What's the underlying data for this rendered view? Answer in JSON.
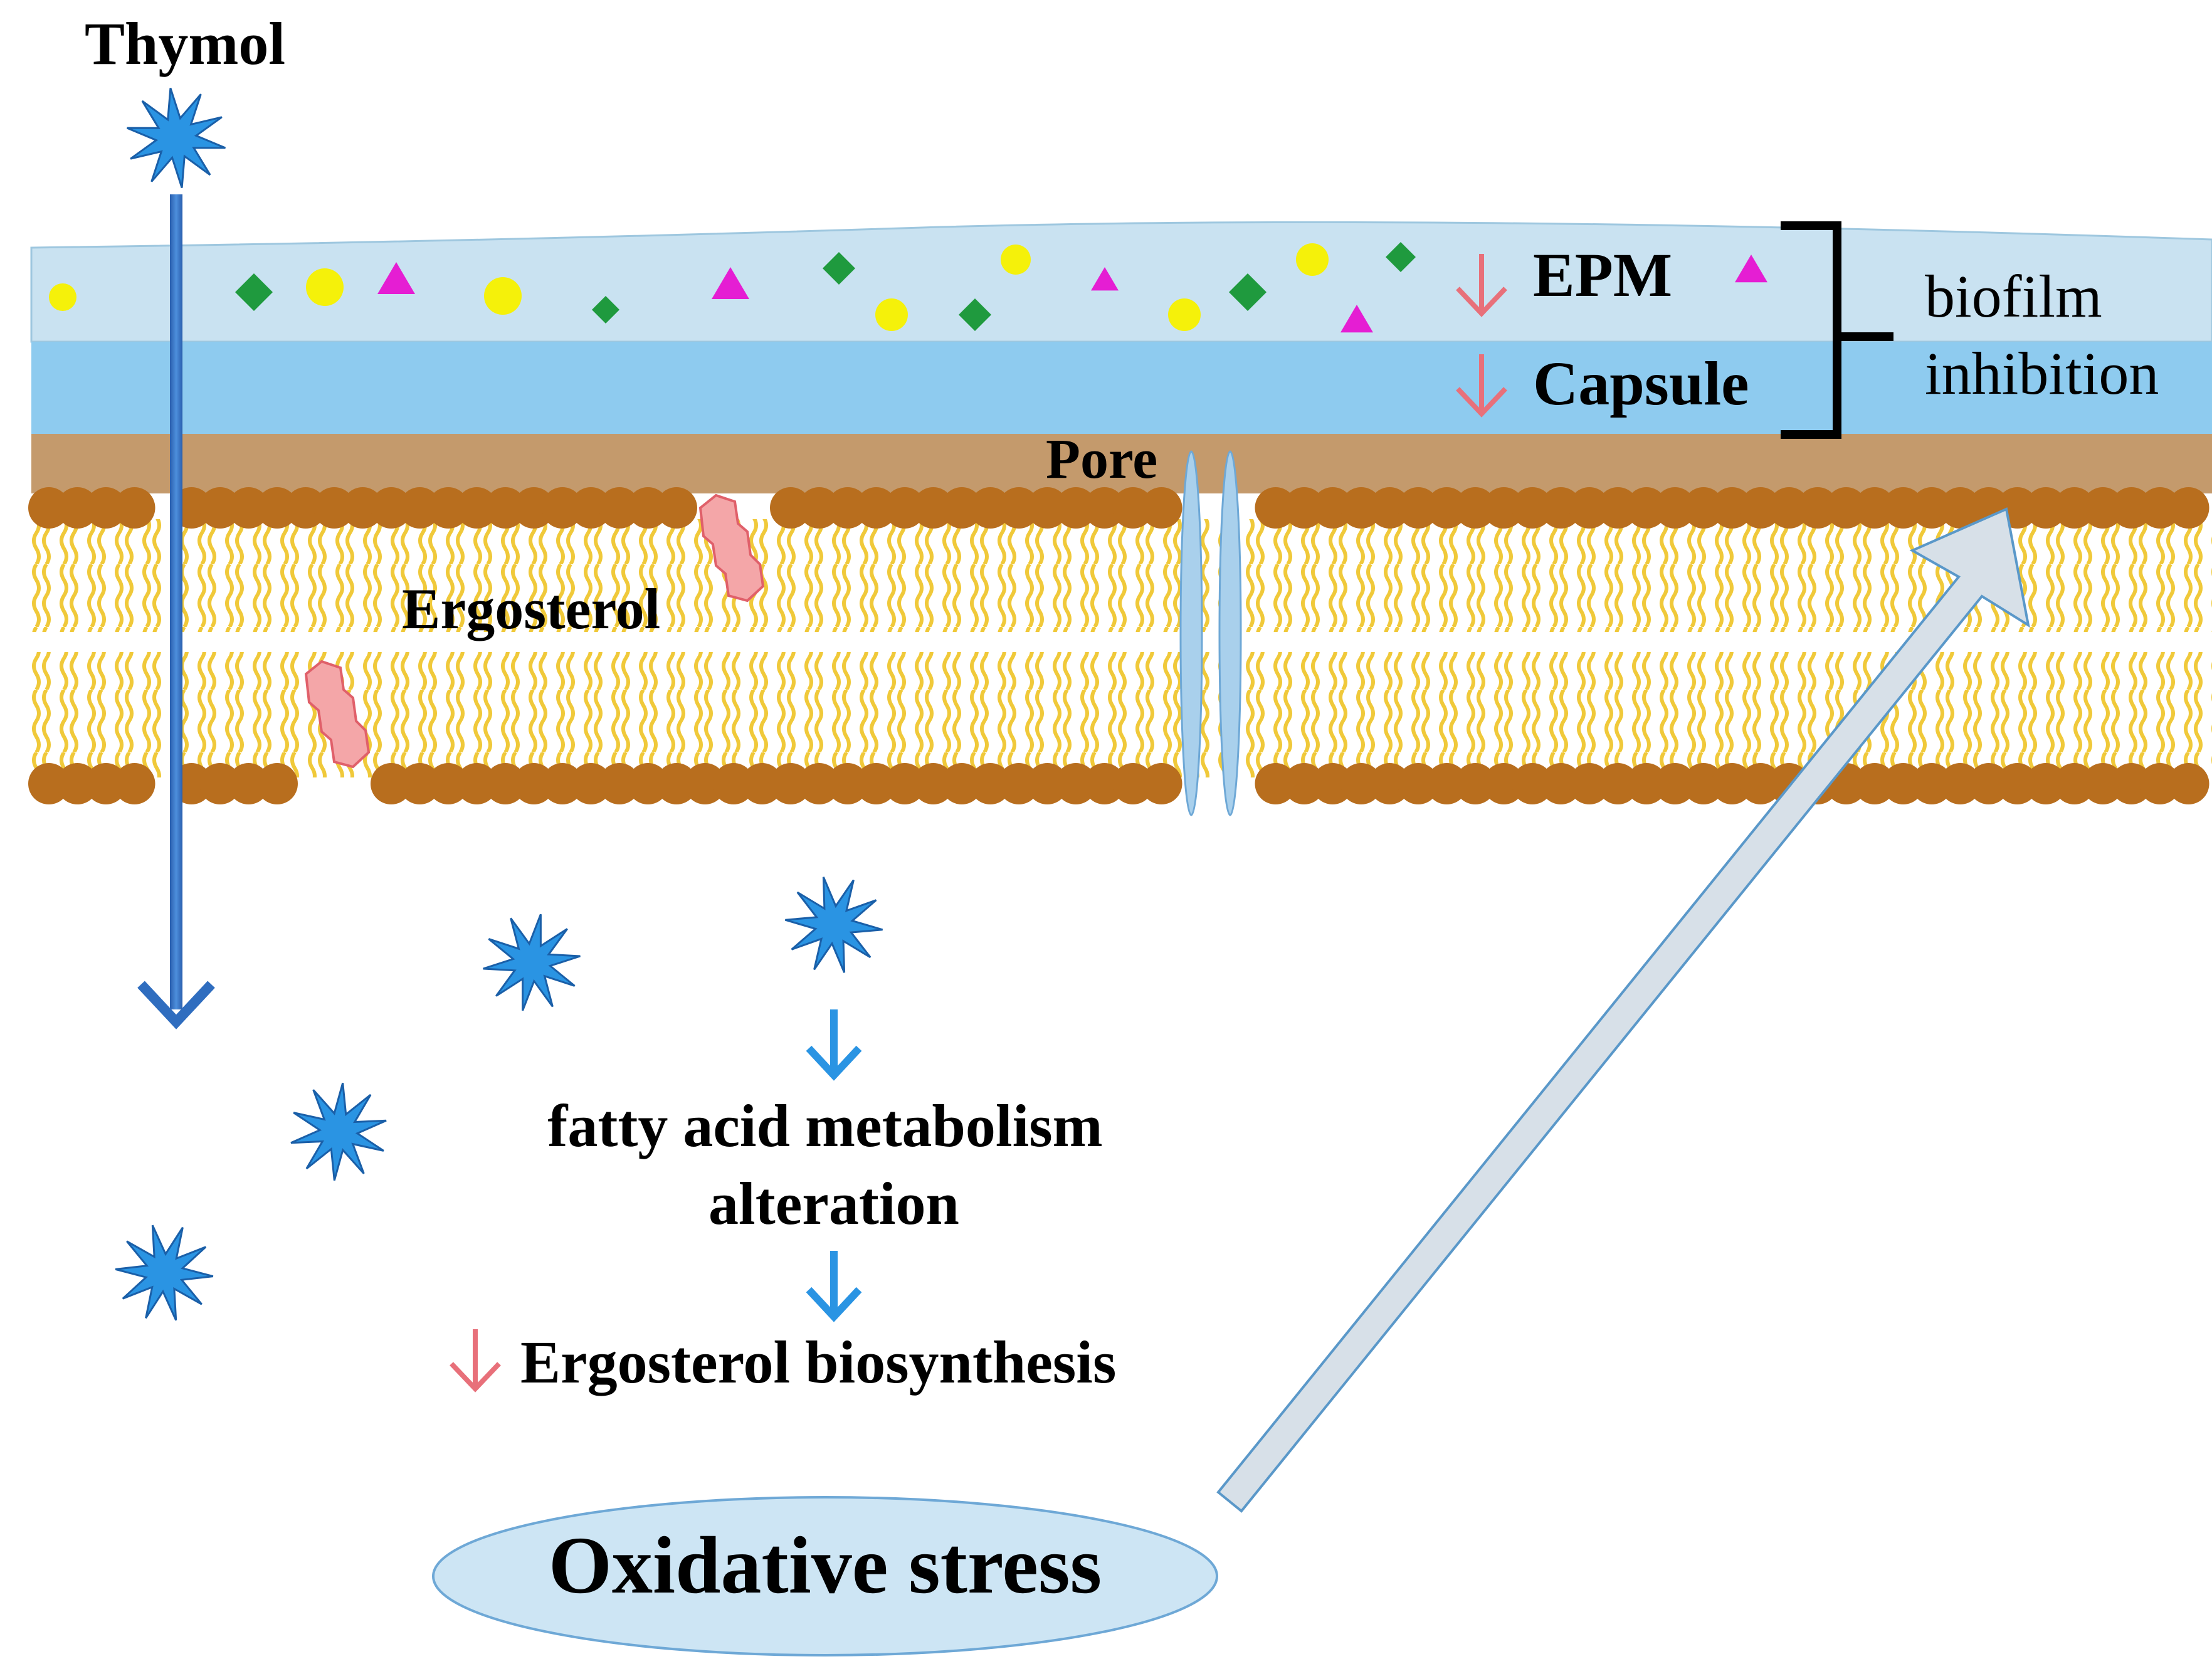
{
  "labels": {
    "thymol": "Thymol",
    "epm": "EPM",
    "capsule": "Capsule",
    "biofilm_line1": "biofilm",
    "biofilm_line2": "inhibition",
    "pore": "Pore",
    "ergosterol": "Ergosterol",
    "fatty_line1": "fatty acid metabolism",
    "fatty_line2": "alteration",
    "ergosterol_biosynthesis": "Ergosterol biosynthesis",
    "oxidative_stress": "Oxidative stress"
  },
  "colors": {
    "epm_layer": "#c9e2f1",
    "capsule_layer": "#8ecbef",
    "cell_wall": "#c49a6c",
    "lipid_head": "#b86e1e",
    "lipid_tail": "#f0c93a",
    "thymol_star": "#2a94e3",
    "thymol_arrow": "#2f6dbf",
    "ergosterol_fill": "#f4a6a8",
    "ergosterol_stroke": "#e0606a",
    "down_arrow_red": "#e8707a",
    "down_arrow_blue": "#2a94e3",
    "pore_fill": "#a9d0ec",
    "oxidative_fill": "#cde5f4",
    "oxidative_arrow": "#d7e0e8",
    "green_particle": "#1f9a3e",
    "yellow_particle": "#f5f10a",
    "magenta_particle": "#e51ed3"
  },
  "icons": {
    "thymol_molecule": "star-burst-icon",
    "ergosterol_molecule": "ergosterol-molecule-icon",
    "decrease": "down-arrow-icon"
  }
}
